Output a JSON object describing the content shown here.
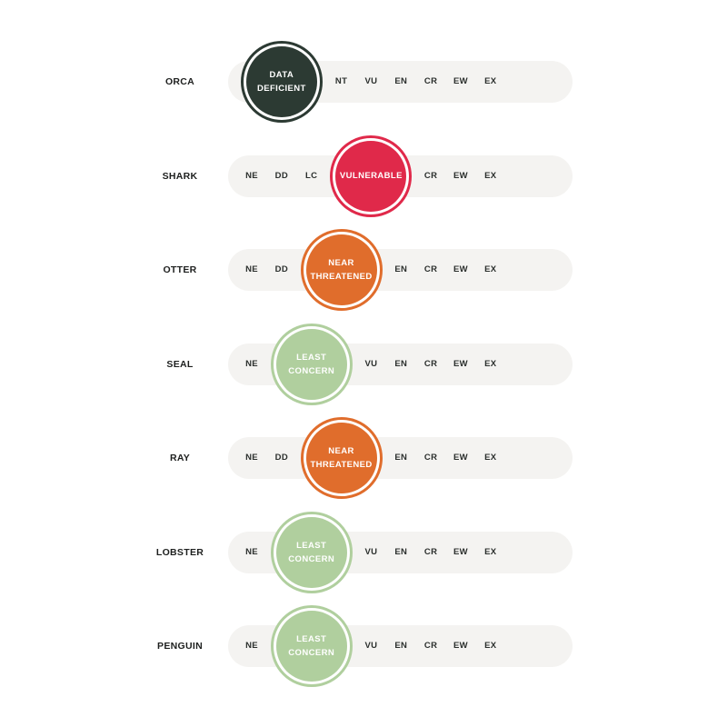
{
  "codes": [
    "NE",
    "DD",
    "LC",
    "NT",
    "VU",
    "EN",
    "CR",
    "EW",
    "EX"
  ],
  "statuses": {
    "DD": {
      "label": "DATA\nDEFICIENT",
      "color": "#2c3a33"
    },
    "LC": {
      "label": "LEAST\nCONCERN",
      "color": "#b0cf9e"
    },
    "NT": {
      "label": "NEAR\nTHREATENED",
      "color": "#e06d2c"
    },
    "VU": {
      "label": "VULNERABLE",
      "color": "#e0294a"
    }
  },
  "species": [
    {
      "name": "ORCA",
      "status": "DD"
    },
    {
      "name": "SHARK",
      "status": "VU"
    },
    {
      "name": "OTTER",
      "status": "NT"
    },
    {
      "name": "SEAL",
      "status": "LC"
    },
    {
      "name": "RAY",
      "status": "NT"
    },
    {
      "name": "LOBSTER",
      "status": "LC"
    },
    {
      "name": "PENGUIN",
      "status": "LC"
    }
  ]
}
